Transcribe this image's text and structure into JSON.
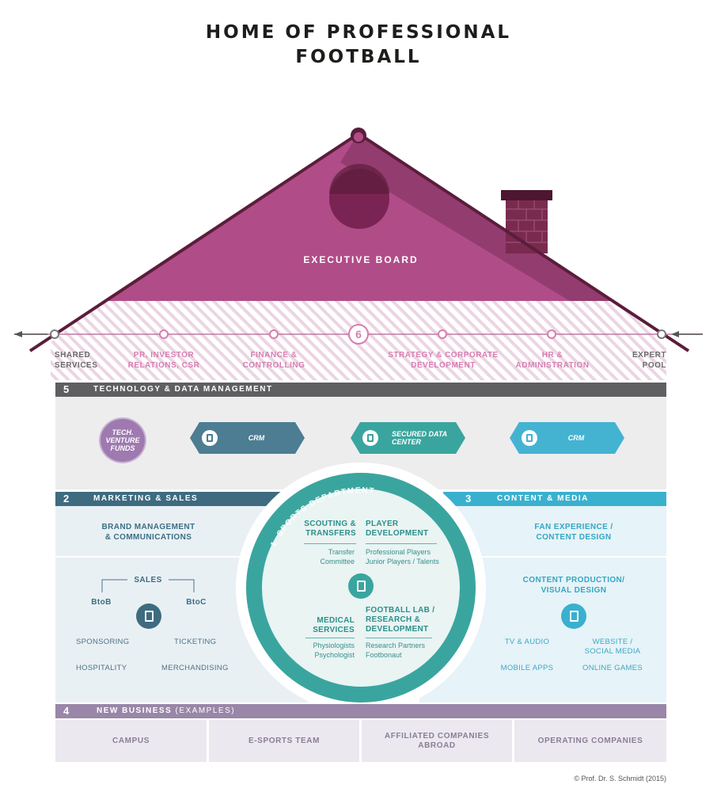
{
  "title": {
    "line1": "HOME OF PROFESSIONAL",
    "line2": "FOOTBALL"
  },
  "roof": {
    "executive_board": "EXECUTIVE BOARD",
    "section_number": "6",
    "services": [
      {
        "label1": "SHARED",
        "label2": "SERVICES"
      },
      {
        "label1": "PR, INVESTOR",
        "label2": "RELATIONS, CSR"
      },
      {
        "label1": "FINANCE &",
        "label2": "CONTROLLING"
      },
      {
        "label1": "STRATEGY & CORPORATE",
        "label2": "DEVELOPMENT"
      },
      {
        "label1": "HR &",
        "label2": "ADMINISTRATION"
      },
      {
        "label1": "EXPERT",
        "label2": "POOL"
      }
    ]
  },
  "tech": {
    "number": "5",
    "title": "TECHNOLOGY & DATA MANAGEMENT",
    "funds": {
      "line1": "TECH.",
      "line2": "VENTURE",
      "line3": "FUNDS"
    },
    "pills": [
      {
        "line1": "CRM",
        "line2": "",
        "color": "#4c7d93"
      },
      {
        "line1": "SECURED DATA",
        "line2": "CENTER",
        "color": "#3aa59f"
      },
      {
        "line1": "CRM",
        "line2": "",
        "color": "#44b3d2"
      }
    ]
  },
  "marketing": {
    "number": "2",
    "title": "MARKETING & SALES",
    "brand": {
      "line1": "BRAND MANAGEMENT",
      "line2": "& COMMUNICATIONS"
    },
    "sales": "SALES",
    "btob": "BtoB",
    "btoc": "BtoC",
    "items": [
      "SPONSORING",
      "TICKETING",
      "HOSPITALITY",
      "MERCHANDISING"
    ]
  },
  "content": {
    "number": "3",
    "title": "CONTENT & MEDIA",
    "fan": {
      "line1": "FAN EXPERIENCE /",
      "line2": "CONTENT DESIGN"
    },
    "production": {
      "line1": "CONTENT PRODUCTION/",
      "line2": "VISUAL DESIGN"
    },
    "items": [
      {
        "line1": "TV & AUDIO",
        "line2": ""
      },
      {
        "line1": "WEBSITE /",
        "line2": "SOCIAL MEDIA"
      },
      {
        "line1": "MOBILE APPS",
        "line2": ""
      },
      {
        "line1": "ONLINE GAMES",
        "line2": ""
      }
    ]
  },
  "sports": {
    "number": "1",
    "title": "SPORTS DEPARTMENT",
    "scouting": {
      "h1": "SCOUTING &",
      "h2": "TRANSFERS",
      "sub": "Transfer",
      "sub2": "Committee"
    },
    "player": {
      "h1": "PLAYER",
      "h2": "DEVELOPMENT",
      "sub": "Professional Players",
      "sub2": "Junior Players / Talents"
    },
    "medical": {
      "h1": "MEDICAL",
      "h2": "SERVICES",
      "sub": "Physiologists",
      "sub2": "Psychologist"
    },
    "lab": {
      "h1": "FOOTBALL LAB /",
      "h2": "RESEARCH &",
      "h3": "DEVELOPMENT",
      "sub": "Research Partners",
      "sub2": "Footbonaut"
    }
  },
  "new_business": {
    "number": "4",
    "title": "NEW BUSINESS",
    "suffix": "(EXAMPLES)",
    "cells": [
      {
        "line1": "CAMPUS",
        "line2": ""
      },
      {
        "line1": "E-SPORTS TEAM",
        "line2": ""
      },
      {
        "line1": "AFFILIATED COMPANIES",
        "line2": "ABROAD"
      },
      {
        "line1": "OPERATING COMPANIES",
        "line2": ""
      }
    ]
  },
  "copyright": "© Prof. Dr. S. Schmidt (2015)",
  "colors": {
    "roof_magenta": "#b04d88",
    "roof_dark": "#5b1d3b",
    "tech_gray": "#5f5f61",
    "marketing_blue": "#3e6b80",
    "content_cyan": "#3ab0cf",
    "sports_teal": "#3aa59f",
    "new_business_purple": "#9a86a8"
  }
}
